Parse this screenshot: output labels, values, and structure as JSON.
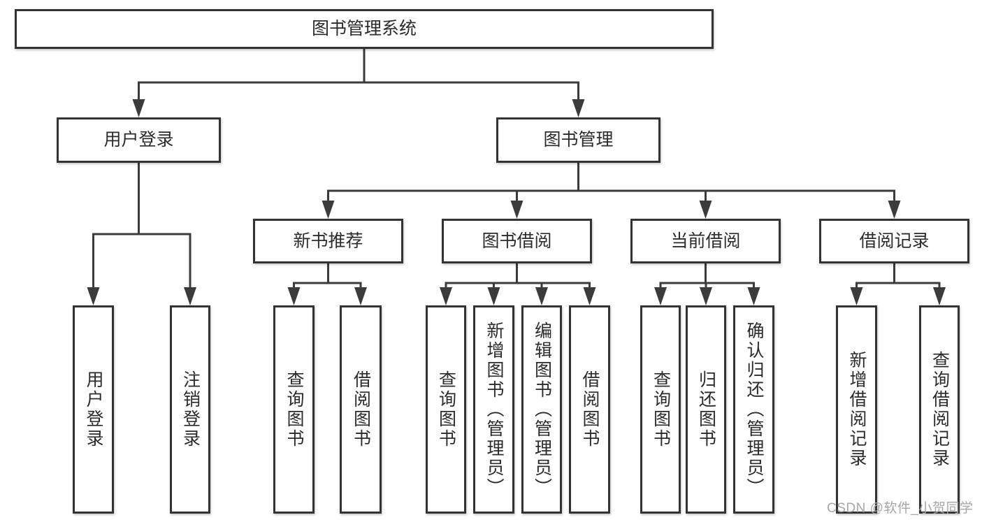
{
  "diagram": {
    "title": {
      "label": "图书管理系统"
    },
    "level2": [
      {
        "label": "用户登录"
      },
      {
        "label": "图书管理"
      }
    ],
    "level3": [
      {
        "label": "新书推荐"
      },
      {
        "label": "图书借阅"
      },
      {
        "label": "当前借阅"
      },
      {
        "label": "借阅记录"
      }
    ],
    "leaves": {
      "login": [
        {
          "label": "用户登录"
        },
        {
          "label": "注销登录"
        }
      ],
      "new_books": [
        {
          "label": "查询图书"
        },
        {
          "label": "借阅图书"
        }
      ],
      "book_borrow": [
        {
          "label": "查询图书"
        },
        {
          "label": "新增图书（管理员）"
        },
        {
          "label": "编辑图书（管理员）"
        },
        {
          "label": "借阅图书"
        }
      ],
      "current_borrow": [
        {
          "label": "查询图书"
        },
        {
          "label": "归还图书"
        },
        {
          "label": "确认归还（管理员）"
        }
      ],
      "borrow_records": [
        {
          "label": "新增借阅记录"
        },
        {
          "label": "查询借阅记录"
        }
      ]
    }
  },
  "watermark": {
    "text": "CSDN @软件_小贺同学"
  },
  "colors": {
    "box_border": "#333333",
    "connector": "#3b3b3b",
    "text": "#2b2b2b",
    "watermark": "#a6a6a6",
    "background": "#ffffff"
  }
}
